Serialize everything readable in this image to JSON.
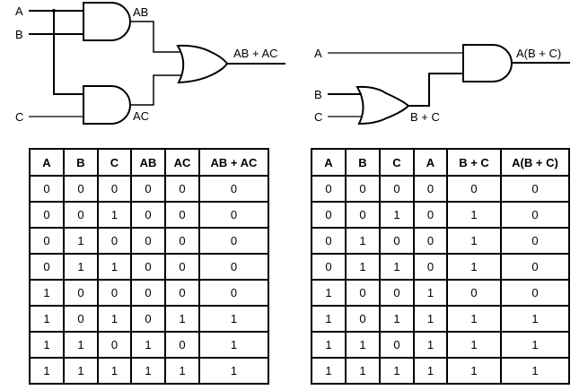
{
  "circuit_left": {
    "inputs": {
      "a": "A",
      "b": "B",
      "c": "C"
    },
    "and1_output": "AB",
    "and2_output": "AC",
    "or_output": "AB + AC"
  },
  "circuit_right": {
    "inputs": {
      "a": "A",
      "b": "B",
      "c": "C"
    },
    "or_output": "B + C",
    "and_output": "A(B + C)"
  },
  "table_left": {
    "headers": [
      "A",
      "B",
      "C",
      "AB",
      "AC",
      "AB + AC"
    ],
    "rows": [
      [
        "0",
        "0",
        "0",
        "0",
        "0",
        "0"
      ],
      [
        "0",
        "0",
        "1",
        "0",
        "0",
        "0"
      ],
      [
        "0",
        "1",
        "0",
        "0",
        "0",
        "0"
      ],
      [
        "0",
        "1",
        "1",
        "0",
        "0",
        "0"
      ],
      [
        "1",
        "0",
        "0",
        "0",
        "0",
        "0"
      ],
      [
        "1",
        "0",
        "1",
        "0",
        "1",
        "1"
      ],
      [
        "1",
        "1",
        "0",
        "1",
        "0",
        "1"
      ],
      [
        "1",
        "1",
        "1",
        "1",
        "1",
        "1"
      ]
    ]
  },
  "table_right": {
    "headers": [
      "A",
      "B",
      "C",
      "A",
      "B + C",
      "A(B + C)"
    ],
    "rows": [
      [
        "0",
        "0",
        "0",
        "0",
        "0",
        "0"
      ],
      [
        "0",
        "0",
        "1",
        "0",
        "1",
        "0"
      ],
      [
        "0",
        "1",
        "0",
        "0",
        "1",
        "0"
      ],
      [
        "0",
        "1",
        "1",
        "0",
        "1",
        "0"
      ],
      [
        "1",
        "0",
        "0",
        "1",
        "0",
        "0"
      ],
      [
        "1",
        "0",
        "1",
        "1",
        "1",
        "1"
      ],
      [
        "1",
        "1",
        "0",
        "1",
        "1",
        "1"
      ],
      [
        "1",
        "1",
        "1",
        "1",
        "1",
        "1"
      ]
    ]
  }
}
